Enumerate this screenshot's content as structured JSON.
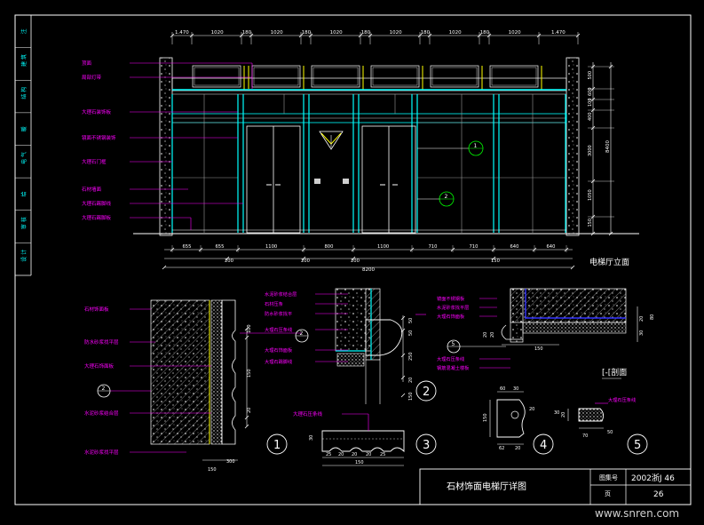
{
  "sidebar": {
    "cells": [
      "注",
      "建 筑",
      "结 构",
      "暖",
      "电 气",
      "给",
      "审 核",
      "设 计"
    ]
  },
  "elevation": {
    "top_dims": [
      "1.470",
      "1020",
      "180",
      "1020",
      "180",
      "1020",
      "180",
      "1020",
      "180",
      "1020",
      "180",
      "1020",
      "1.470"
    ],
    "bottom_dims_row1": [
      "655",
      "655",
      "1100",
      "800",
      "1100",
      "710",
      "710",
      "640",
      "640"
    ],
    "bottom_dims_row2": [
      "200",
      "200",
      "200",
      "150"
    ],
    "total_dim": "8200",
    "right_dims": [
      "500",
      "600",
      "100",
      "400",
      "3000",
      "1050",
      "150"
    ],
    "right_total": "8400",
    "labels_left": [
      "顶面",
      "局部灯带",
      "大理石装饰板",
      "镜面不锈钢装饰",
      "大理石门框",
      "石材墙面",
      "大理石踢脚线",
      "大理石踢脚板"
    ],
    "callouts": [
      "1",
      "2"
    ],
    "title": "电梯厅立面"
  },
  "details": {
    "d1_labels": [
      "石材饰面板",
      "防水砂浆找平层",
      "大理石饰面板",
      "水泥砂浆结合层",
      "水泥砂浆找平层"
    ],
    "d1_dims": [
      "100",
      "150",
      "20",
      "300",
      "150"
    ],
    "d1_callout": "2",
    "d1_number": "1",
    "d2_labels": [
      "水泥砂浆结合层",
      "石材压条",
      "防水砂浆找平",
      "大理石压条线",
      "大理石饰面板",
      "大理石踢脚线"
    ],
    "d2_dims": [
      "50",
      "50",
      "250",
      "20",
      "150"
    ],
    "d2_number": "2",
    "d3_label": "大理石压条线",
    "d3_dims": [
      "25",
      "20",
      "20",
      "20",
      "25",
      "150",
      "30"
    ],
    "d3_number": "3",
    "d4_dims": [
      "60",
      "30",
      "20",
      "150",
      "62",
      "20"
    ],
    "d4_number": "4",
    "d5_label": "大理石压条线",
    "d5_dims": [
      "70",
      "20",
      "30",
      "50"
    ],
    "d5_number": "5",
    "d6_labels": [
      "镜面不锈钢板",
      "水泥砂浆找平层",
      "大理石饰面板",
      "大理石压条线",
      "钢筋混凝土楼板"
    ],
    "d6_dims": [
      "20",
      "20",
      "150",
      "30",
      "20",
      "80"
    ],
    "d6_callout": "5",
    "section_label": "[-[剖面"
  },
  "title_block": {
    "drawing_title": "石材饰面电梯厅详图",
    "label_atlas": "图集号",
    "atlas_no": "2002浙J  46",
    "label_page": "页",
    "page_no": "26"
  },
  "watermark": "www.snren.com",
  "colors": {
    "bg": "#000000",
    "frame": "#ffffff",
    "dim": "#ffffff",
    "leader": "#ff00ff",
    "cyan": "#00ffff",
    "green": "#00ff00",
    "yellow": "#ffff00",
    "red": "#ff0000",
    "grey": "#9a9a9a",
    "blue": "#3333ff"
  }
}
